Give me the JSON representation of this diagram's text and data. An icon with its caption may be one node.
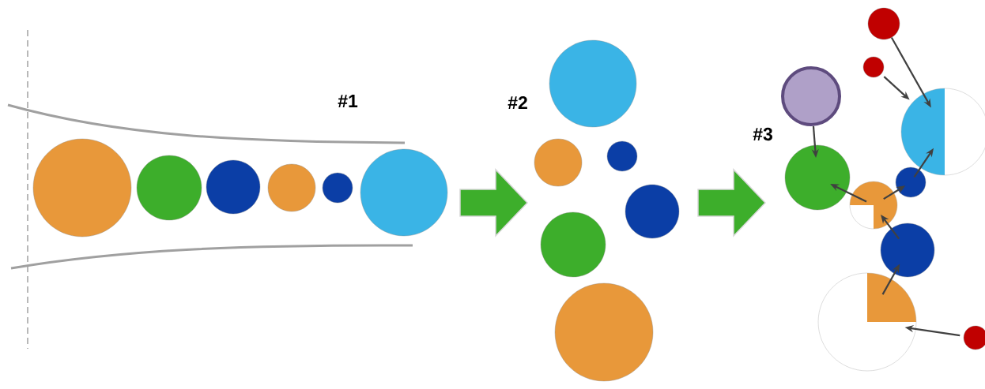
{
  "diagram": {
    "nodes": [
      {
        "text": [],
        "shape": "circle"
      },
      {
        "text": [],
        "shape": "circle"
      },
      {
        "text": [],
        "shape": "circle"
      },
      {
        "text": [],
        "shape": "circle"
      },
      {
        "text": [],
        "shape": "circle"
      },
      {
        "text": [],
        "shape": "circle"
      },
      {
        "text": [],
        "shape": "circle"
      },
      {
        "text": [],
        "shape": "circle"
      },
      {
        "text": [],
        "shape": "circle"
      },
      {
        "text": [],
        "shape": "circle"
      },
      {
        "text": [],
        "shape": "circle"
      },
      {
        "text": [],
        "shape": "circle"
      },
      {
        "text": [],
        "shape": "circle"
      },
      {
        "text": [],
        "shape": "circle"
      },
      {
        "text": [],
        "shape": "circle"
      },
      {
        "text": [],
        "shape": "circle"
      },
      {
        "text": [],
        "shape": "circle"
      },
      {
        "text": [],
        "shape": "circle"
      },
      {
        "text": [],
        "shape": "circle"
      },
      {
        "text": [],
        "shape": "circle"
      },
      {
        "text": [],
        "shape": "circle"
      },
      {
        "text": [],
        "shape": "circle"
      }
    ],
    "edges": [
      {
        "from": 5,
        "to": 10,
        "arrow": "to",
        "style": "thick",
        "color": "#3dae2b"
      },
      {
        "from": 9,
        "to": 16,
        "arrow": "to",
        "style": "thick",
        "color": "#3dae2b"
      },
      {
        "from": 14,
        "to": 16,
        "arrow": "to"
      },
      {
        "from": 12,
        "to": 15,
        "arrow": "to"
      },
      {
        "from": 13,
        "to": 15,
        "arrow": "to"
      },
      {
        "from": 18,
        "to": 16,
        "arrow": "to"
      },
      {
        "from": 18,
        "to": 17,
        "arrow": "to"
      },
      {
        "from": 17,
        "to": 15,
        "arrow": "to"
      },
      {
        "from": 19,
        "to": 18,
        "arrow": "to"
      },
      {
        "from": 20,
        "to": 19,
        "arrow": "to"
      },
      {
        "from": 21,
        "to": 20,
        "arrow": "to"
      }
    ],
    "labels": [
      "#1",
      "#2",
      "#3"
    ]
  }
}
